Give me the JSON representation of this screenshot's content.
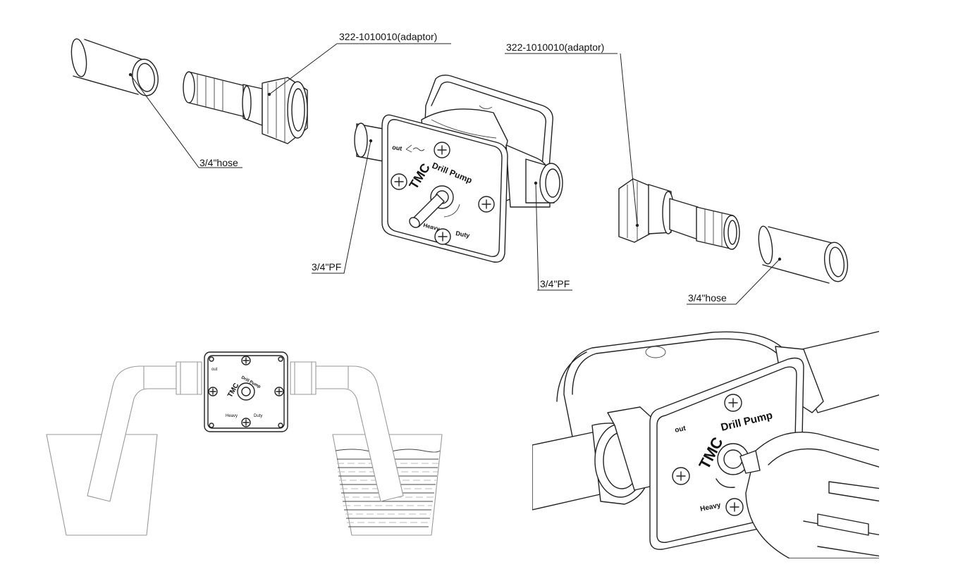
{
  "exploded_view": {
    "adaptor_label_left": "322-1010010(adaptor)",
    "adaptor_label_right": "322-1010010(adaptor)",
    "hose_label_left": "3/4\"hose",
    "hose_label_right": "3/4\"hose",
    "pf_label_left": "3/4\"PF",
    "pf_label_right": "3/4\"PF"
  },
  "pump_face": {
    "brand": "TMC",
    "model": "Drill Pump",
    "out_label": "out",
    "heavy_label": "Heavy",
    "duty_label": "Duty"
  },
  "colors": {
    "line": "#222222",
    "light_line": "#9a9a9a",
    "background": "#ffffff"
  }
}
